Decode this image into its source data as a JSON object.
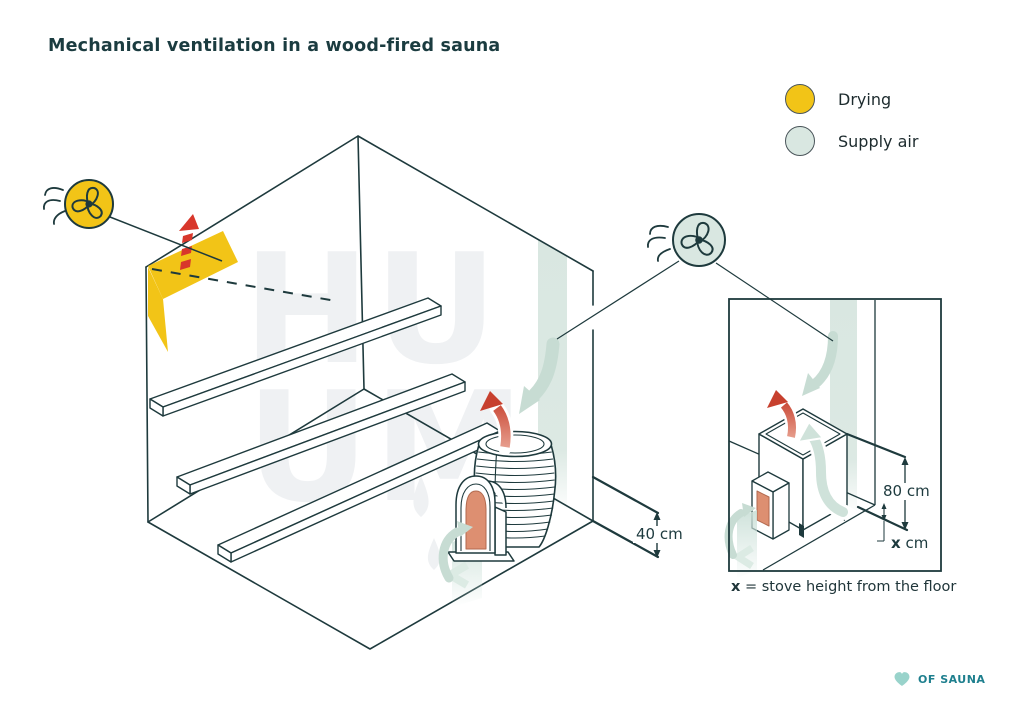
{
  "title": "Mechanical ventilation in a wood-fired sauna",
  "legend": {
    "items": [
      {
        "label": "Drying",
        "color": "#F2C417"
      },
      {
        "label": "Supply air",
        "color": "#D9E7E1"
      }
    ]
  },
  "watermark": {
    "line1": "HU",
    "line2": "UM"
  },
  "measurements": {
    "supply_opening_height": "40 cm",
    "stove_top_distance": "80 cm",
    "x_value": "x",
    "x_unit": " cm"
  },
  "caption": {
    "x": "x",
    "rest": " = stove height from the floor"
  },
  "logo": {
    "text": "OF SAUNA"
  },
  "colors": {
    "line": "#1E3A3D",
    "drying_yellow": "#F2C417",
    "supply_green": "#D9E7E1",
    "arrow_green": "#C7DCD3",
    "heat_red": "#C7402E",
    "ember_salmon": "#DD8F71",
    "logo_teal": "#1E7F8E",
    "heart_teal": "#99D3CB",
    "watermark_gray": "#EFF1F3"
  }
}
